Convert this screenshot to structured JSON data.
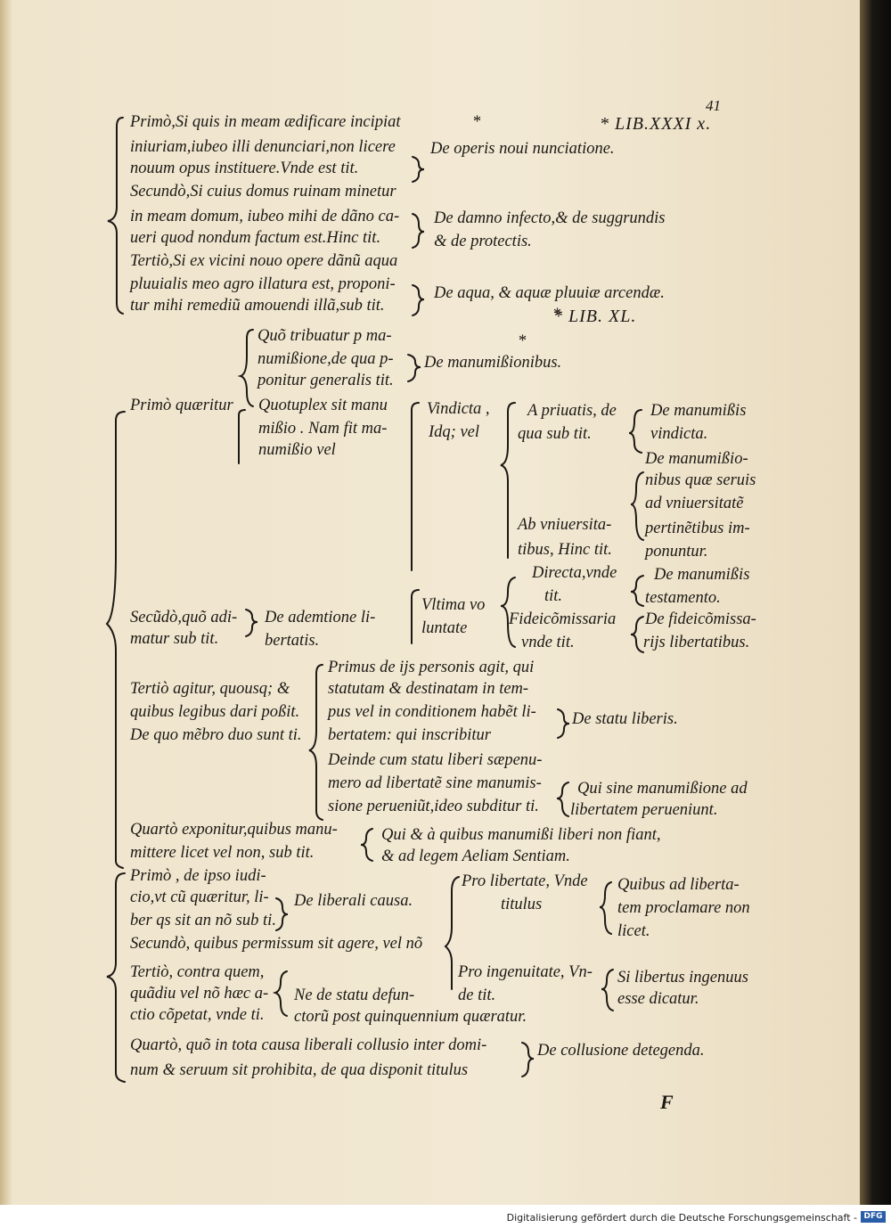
{
  "header": {
    "page_number": "41",
    "book_label_1": "* LIB.XXXI x.",
    "book_label_2": "* LIB.  XL."
  },
  "lines": [
    "Primò,Si quis in meam ædificare incipiat",
    "*",
    "iniuriam,iubeo illi denunciari,non licere",
    "nouum opus instituere.Vnde est tit.",
    "De operis noui nunciatione.",
    "Secundò,Si cuius domus ruinam minetur",
    "in meam domum, iubeo mihi de dãno ca-",
    "ueri quod nondum factum est.Hinc tit.",
    "De damno infecto,& de suggrundis",
    "& de protectis.",
    "Tertiò,Si ex vicini nouo opere dãnũ aqua",
    "pluuialis meo agro illatura est, proponi-",
    "tur mihi remediũ amouendi illã,sub tit.",
    "De aqua, & aquæ pluuiæ arcendæ.",
    "*",
    "Quõ tribuatur p ma-",
    "*",
    "numißione,de qua p-",
    "De manumißionibus.",
    "ponitur generalis tit.",
    "Primò quæritur",
    "Quotuplex sit manu",
    "Vindicta ,",
    "A priuatis,  de",
    "De  manumißis",
    "mißio . Nam fit ma-",
    "Idq; vel",
    "qua sub tit.",
    "vindicta.",
    "numißio vel",
    "De manumißio-",
    "nibus quæ seruis",
    "ad vniuersitatẽ",
    "Ab vniuersita-",
    "pertinẽtibus im-",
    "tibus, Hinc tit.",
    "ponuntur.",
    "Directa,vnde",
    "De  manumißis",
    "tit.",
    "testamento.",
    "Vltima vo",
    "Secũdò,quõ adi-",
    "De ademtione li-",
    "Fideicõmissaria",
    "De fideicõmissa-",
    "luntate",
    "matur sub tit.",
    "bertatis.",
    "vnde tit.",
    "rijs libertatibus.",
    "Primus de ijs personis agit, qui",
    "Tertiò agitur, quousq; &",
    "statutam & destinatam in tem-",
    "quibus legibus dari poßit.",
    "pus vel in conditionem habẽt li-",
    "De statu liberis.",
    "De quo mẽbro duo sunt ti.",
    "bertatem: qui inscribitur",
    "Deinde cum statu liberi sæpenu-",
    "mero ad libertatẽ sine manumis-",
    "Qui sine manumißione ad",
    "sione perueniũt,ideo subditur ti.",
    "libertatem perueniunt.",
    "Quartò exponitur,quibus manu-",
    "Qui & à quibus manumißi liberi non fiant,",
    "mittere licet vel non, sub tit.",
    "& ad legem Aeliam Sentiam.",
    "Primò , de ipso iudi-",
    "Pro libertate, Vnde",
    "Quibus ad liberta-",
    "cio,vt cũ quæritur, li-",
    "De liberali causa.",
    "titulus",
    "tem proclamare non",
    "ber qs sit an nõ sub ti.",
    "licet.",
    "Secundò, quibus permissum sit agere, vel nõ",
    "Tertiò, contra quem,",
    "Pro ingenuitate, Vn-",
    "Si libertus ingenuus",
    "quãdiu vel nõ hæc a-",
    "Ne de statu defun-",
    "de tit.",
    "esse dicatur.",
    "ctio cõpetat, vnde ti.",
    "ctorũ post quinquennium quæratur.",
    "Quartò, quõ in tota causa liberali collusio inter domi-",
    "De collusione detegenda.",
    "num & seruum sit prohibita, de qua disponit titulus"
  ],
  "signature_mark": "F",
  "footer": {
    "text": "Digitalisierung gefördert durch die Deutsche Forschungsgemeinschaft -",
    "logo": "DFG"
  }
}
